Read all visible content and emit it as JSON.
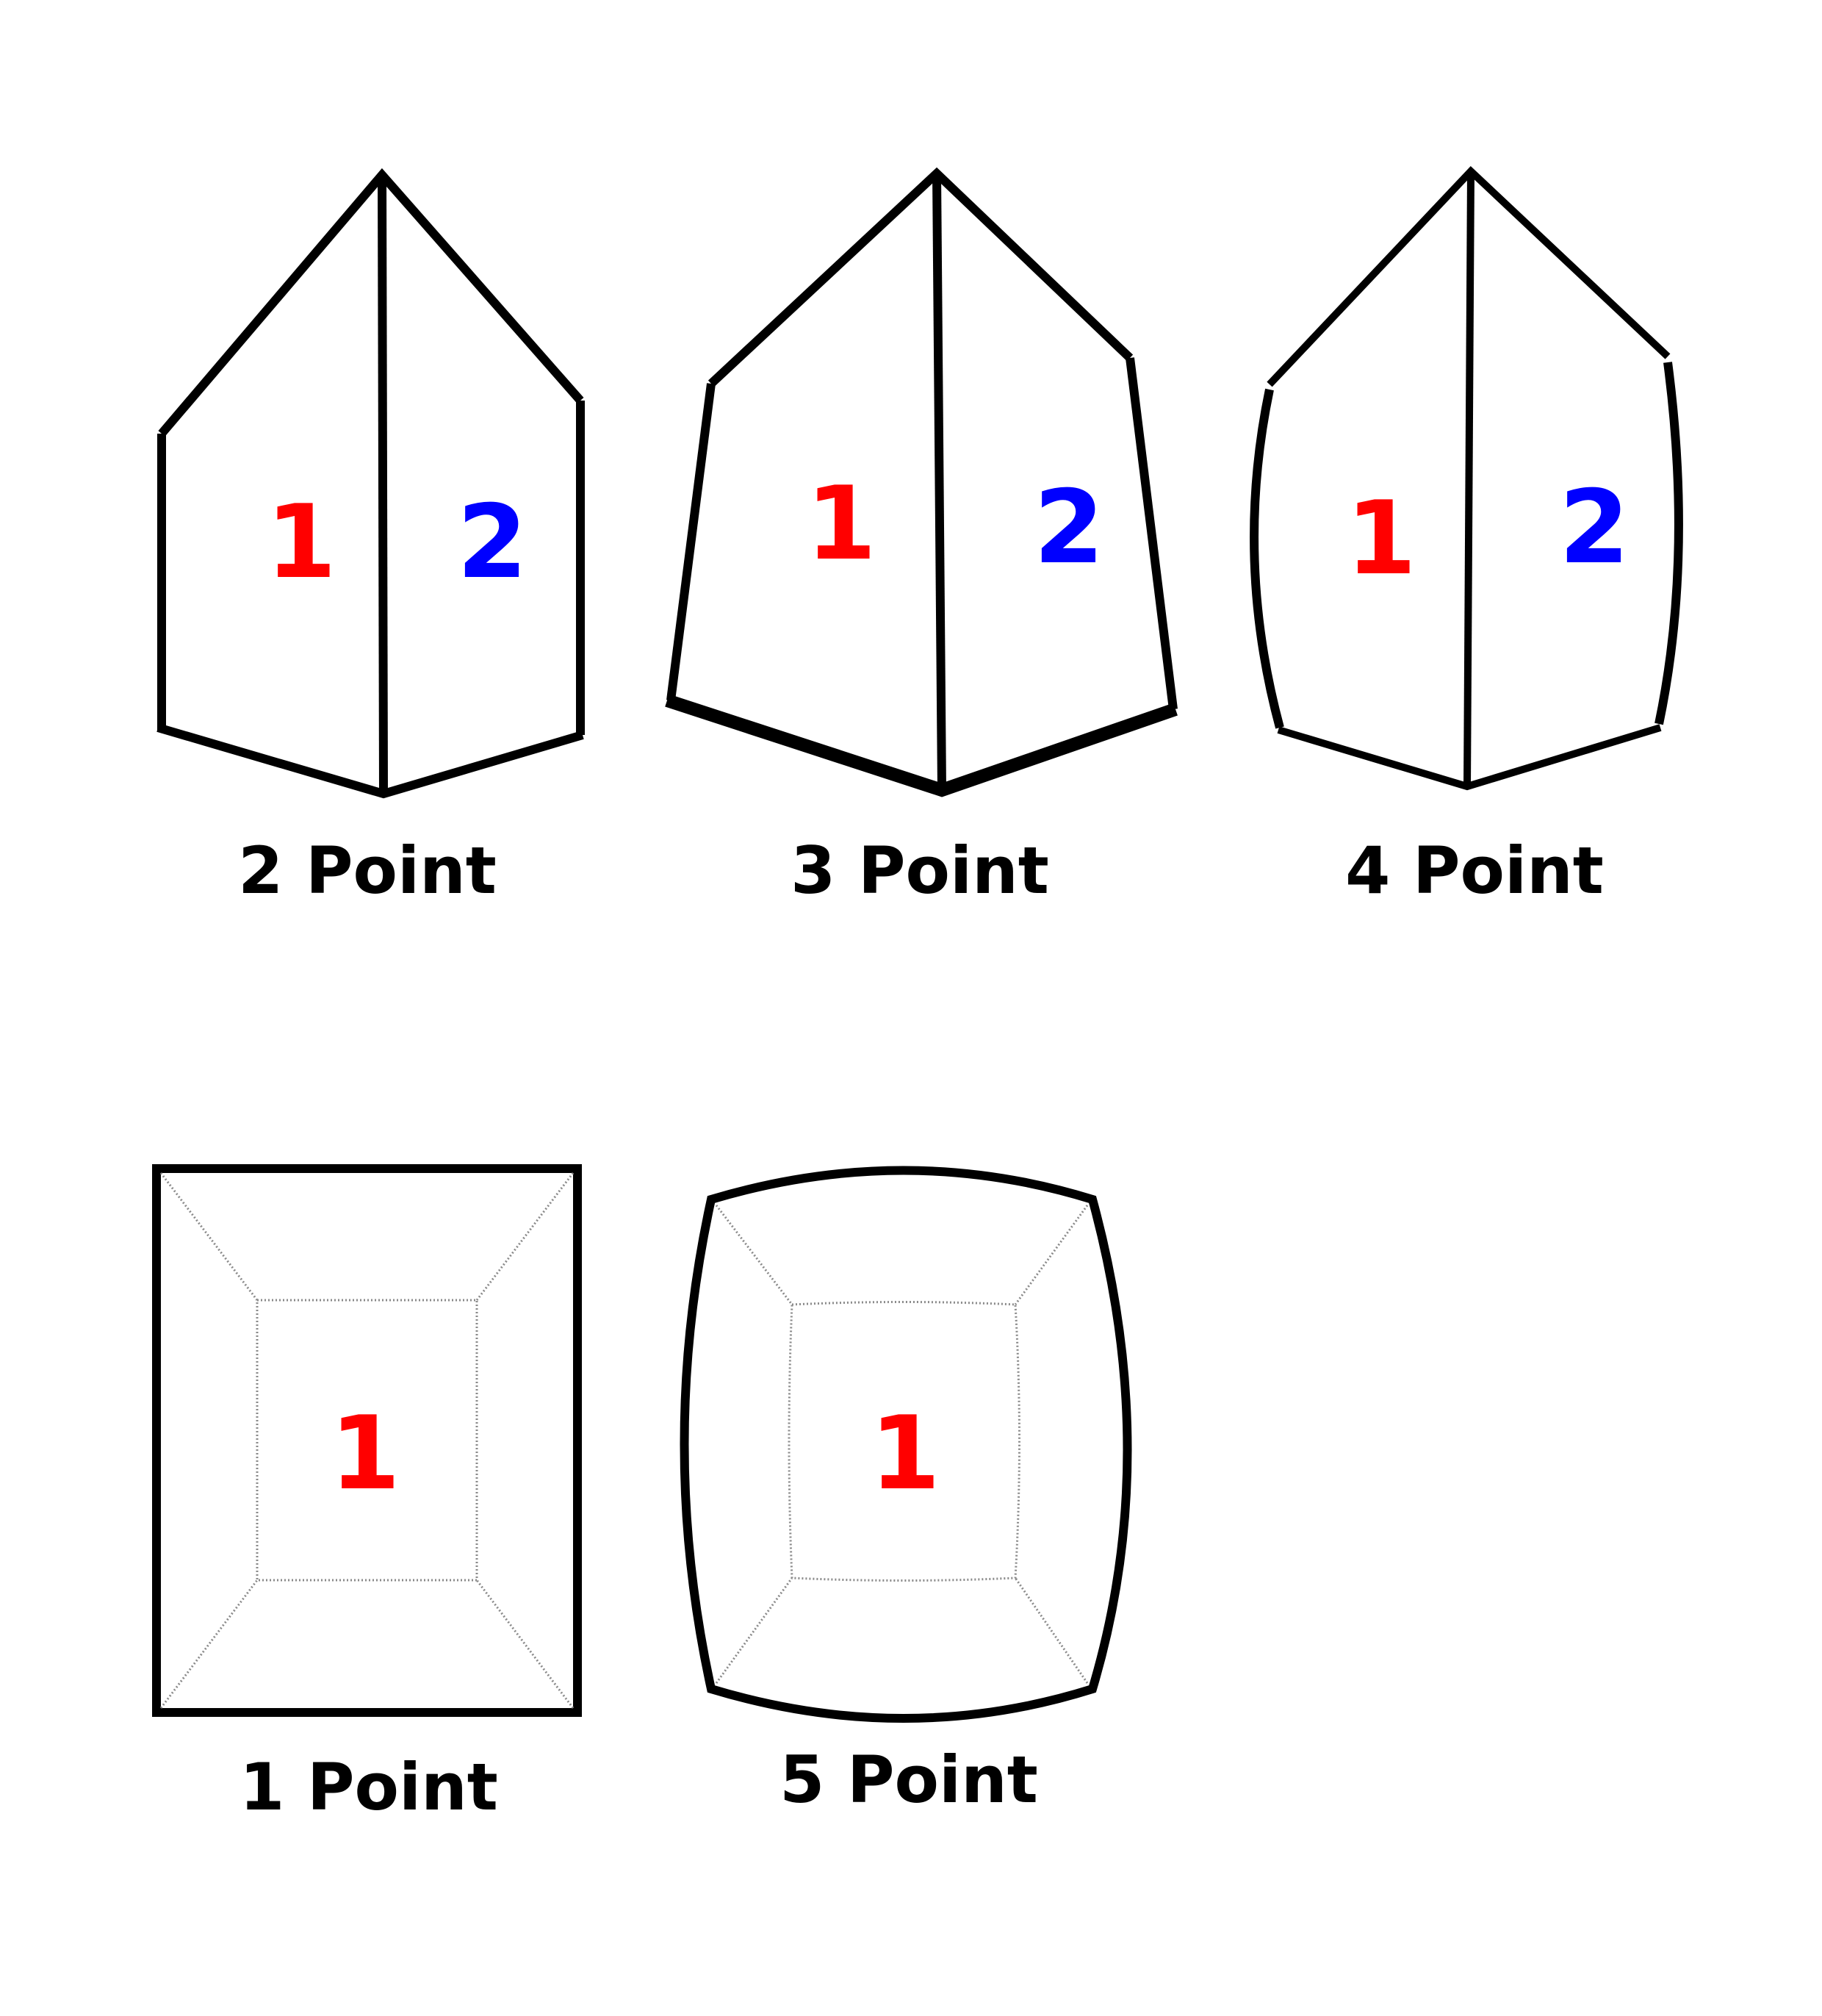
{
  "colors": {
    "background": "#ffffff",
    "line": "#000000",
    "label_1": "#ff0000",
    "label_2": "#0000ff",
    "guide": "#8a8a8a"
  },
  "diagrams": {
    "two_point": {
      "caption": "2 Point",
      "left_label": "1",
      "right_label": "2"
    },
    "three_point": {
      "caption": "3 Point",
      "left_label": "1",
      "right_label": "2"
    },
    "four_point": {
      "caption": "4 Point",
      "left_label": "1",
      "right_label": "2"
    },
    "one_point": {
      "caption": "1 Point",
      "center_label": "1"
    },
    "five_point": {
      "caption": "5 Point",
      "center_label": "1"
    }
  }
}
